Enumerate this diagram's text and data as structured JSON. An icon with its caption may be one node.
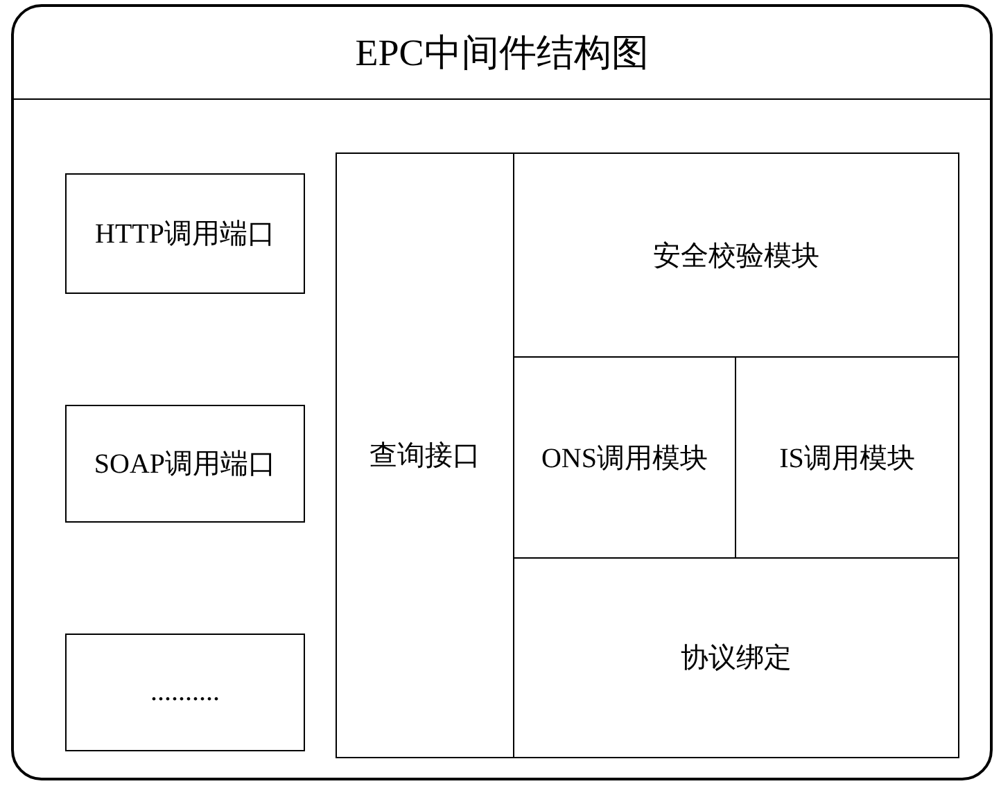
{
  "diagram": {
    "nodes": [
      {
        "text": [
          "EPC中间件结构图"
        ]
      },
      {
        "text": [
          "HTTP调用端口"
        ],
        "in": 0
      },
      {
        "text": [
          "SOAP调用端口"
        ],
        "in": 0
      },
      {
        "text": [
          ".........."
        ],
        "in": 0
      },
      {
        "text": [
          "查询接口"
        ],
        "in": 0
      },
      {
        "text": [
          "安全校验模块"
        ],
        "in": 0
      },
      {
        "text": [
          "ONS调用模块"
        ],
        "in": 0
      },
      {
        "text": [
          "IS调用模块"
        ],
        "in": 0
      },
      {
        "text": [
          "协议绑定"
        ],
        "in": 0
      }
    ]
  }
}
